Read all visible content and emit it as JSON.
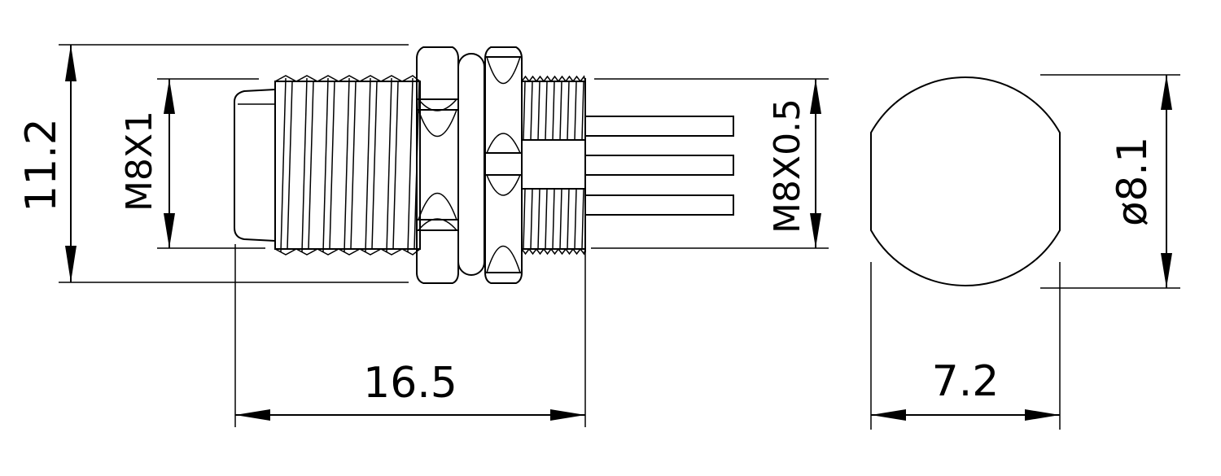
{
  "dimensions": {
    "overall_height": "11.2",
    "front_thread": "M8X1",
    "rear_thread": "M8X0.5",
    "length": "16.5",
    "flat_width": "7.2",
    "diameter": "ø8.1"
  },
  "colors": {
    "line": "#000000",
    "background": "#ffffff"
  }
}
